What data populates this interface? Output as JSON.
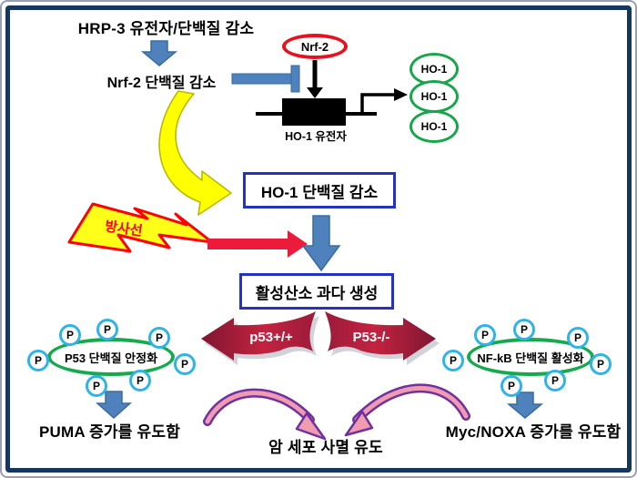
{
  "figure": {
    "type": "pathway-diagram",
    "labels": {
      "hrp3_decrease": "HRP-3 유전자/단백질 감소",
      "nrf2_decrease": "Nrf-2 단백질 감소",
      "nrf2": "Nrf-2",
      "ho1_gene": "HO-1 유전자",
      "ho1": "HO-1",
      "ho1_protein_decrease": "HO-1 단백질 감소",
      "radiation": "방사선",
      "ros_overproduction": "활성산소 과다 생성",
      "p53_wildtype": "p53+/+",
      "p53_knockout": "P53-/-",
      "p53_stabilization": "P53 단백질 안정화",
      "nfkb_activation": "NF-kB 단백질 활성화",
      "puma_induction": "PUMA 증가를 유도함",
      "myc_noxa_induction": "Myc/NOXA 증가를 유도함",
      "cancer_cell_death": "암 세포 사멸 유도",
      "phospho": "P"
    },
    "colors": {
      "frame_border": "#17365D",
      "box_border": "#2433C0",
      "blue_arrow": "#4F81BD",
      "red_oval_border": "#E8101E",
      "lightning_border": "#FF0000",
      "lightning_fill": "#FFFF1A",
      "red_arrow": "#EC1A3B",
      "maroon_arrow_dark": "#7E1631",
      "maroon_arrow_bright": "#C32340",
      "green_oval_border": "#17A64A",
      "phospho_circle_border": "#2FB3E8",
      "yellow_arrow": "#FFFF00",
      "curve_arrow_outline": "#7030A0",
      "curve_arrow_fill": "#F09CB0"
    }
  }
}
